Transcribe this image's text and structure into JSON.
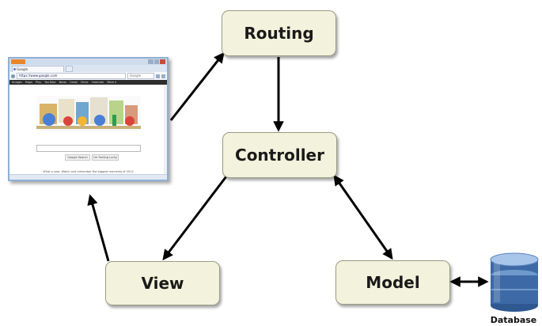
{
  "nodes": {
    "routing": "Routing",
    "controller": "Controller",
    "view": "View",
    "model": "Model",
    "database": "Database"
  },
  "browser": {
    "tab_label": "Google",
    "url": "https://www.google.com",
    "search_placeholder": "Google",
    "toolbar_items": [
      "Images",
      "Maps",
      "Play",
      "YouTube",
      "News",
      "Gmail",
      "Drive",
      "Calendar",
      "More ▾"
    ],
    "search_button": "Google Search",
    "lucky_button": "I'm Feeling Lucky",
    "footer_text": "What a year. Watch and remember the biggest moments of 2012"
  },
  "colors": {
    "node_fill": "#f3f2dc",
    "node_border": "#9c9c86",
    "arrow": "#000000",
    "database_blue": "#3d6aa6"
  }
}
